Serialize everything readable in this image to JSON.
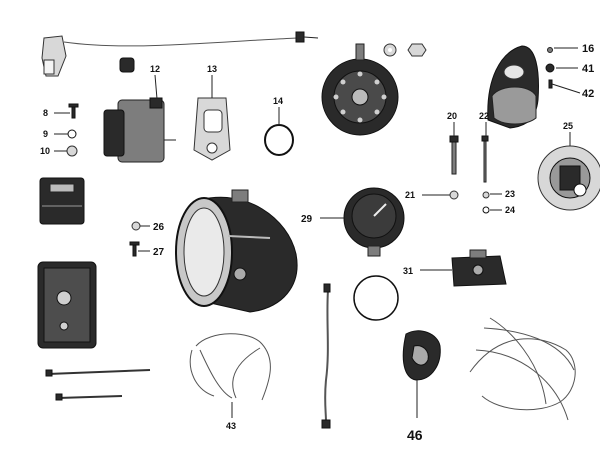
{
  "diagram": {
    "callouts": [
      {
        "key": "12",
        "label": "12"
      },
      {
        "key": "13",
        "label": "13"
      },
      {
        "key": "14",
        "label": "14"
      },
      {
        "key": "8",
        "label": "8"
      },
      {
        "key": "9",
        "label": "9"
      },
      {
        "key": "10",
        "label": "10"
      },
      {
        "key": "16",
        "label": "16"
      },
      {
        "key": "41",
        "label": "41"
      },
      {
        "key": "42",
        "label": "42"
      },
      {
        "key": "20",
        "label": "20"
      },
      {
        "key": "22",
        "label": "22"
      },
      {
        "key": "25",
        "label": "25"
      },
      {
        "key": "21",
        "label": "21"
      },
      {
        "key": "23",
        "label": "23"
      },
      {
        "key": "24",
        "label": "24"
      },
      {
        "key": "26",
        "label": "26"
      },
      {
        "key": "27",
        "label": "27"
      },
      {
        "key": "29",
        "label": "29"
      },
      {
        "key": "31",
        "label": "31"
      },
      {
        "key": "43",
        "label": "43"
      },
      {
        "key": "46",
        "label": "46"
      }
    ]
  },
  "colors": {
    "ink": "#111111",
    "background": "#ffffff"
  }
}
